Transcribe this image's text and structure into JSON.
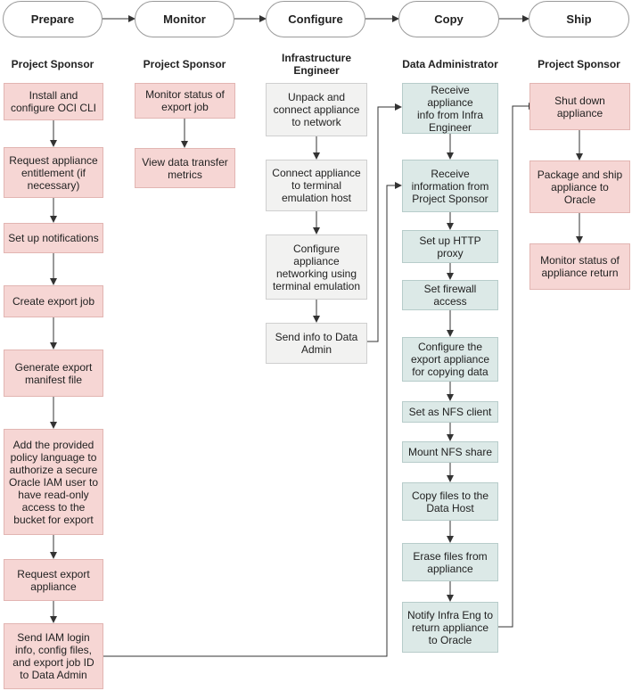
{
  "phases": [
    "Prepare",
    "Monitor",
    "Configure",
    "Copy",
    "Ship"
  ],
  "roles": {
    "prepare": "Project Sponsor",
    "monitor": "Project Sponsor",
    "configure": "Infrastructure\nEngineer",
    "copy": "Data Administrator",
    "ship": "Project Sponsor"
  },
  "prepare_steps": [
    "Install and\nconfigure OCI CLI",
    "Request appliance\nentitlement (if\nnecessary)",
    "Set up notifications",
    "Create export job",
    "Generate export\nmanifest file",
    "Add the provided\npolicy language to\nauthorize a secure\nOracle IAM user to\nhave read-only\naccess to the\nbucket for export",
    "Request export\nappliance",
    "Send IAM login\ninfo, config files,\nand export job ID\nto Data Admin"
  ],
  "monitor_steps": [
    "Monitor status of\nexport job",
    "View data transfer\nmetrics"
  ],
  "configure_steps": [
    "Unpack and\nconnect appliance\nto network",
    "Connect appliance\nto terminal\nemulation host",
    "Configure\nappliance\nnetworking using\nterminal emulation",
    "Send info to Data\nAdmin"
  ],
  "copy_steps": [
    "Receive appliance\ninfo from Infra\nEngineer",
    "Receive\ninformation from\nProject Sponsor",
    "Set up HTTP\nproxy",
    "Set firewall access",
    "Configure the\nexport appliance\nfor copying data",
    "Set as NFS client",
    "Mount NFS share",
    "Copy files to the\nData Host",
    "Erase files from\nappliance",
    "Notify Infra Eng to\nreturn appliance\nto Oracle"
  ],
  "ship_steps": [
    "Shut down\nappliance",
    "Package and ship\nappliance to Oracle",
    "Monitor status of\nappliance return"
  ]
}
